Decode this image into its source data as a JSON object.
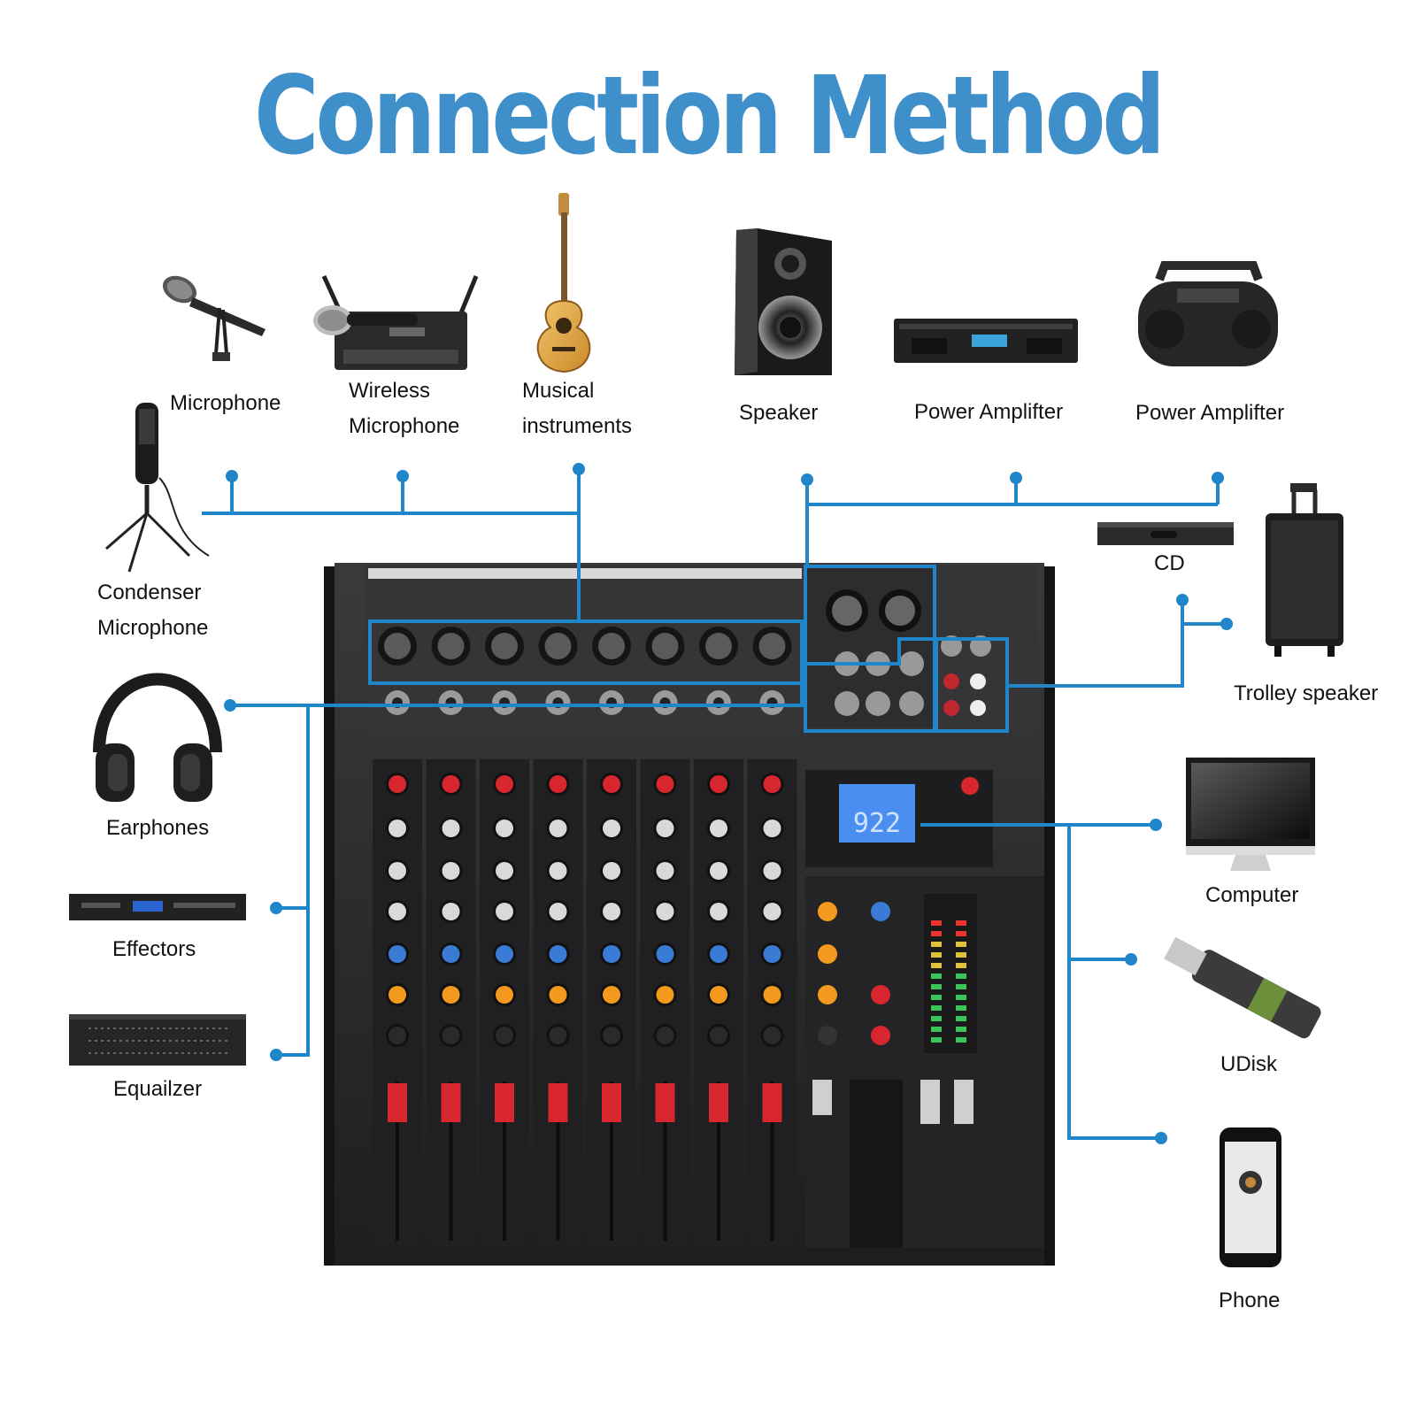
{
  "title": "Connection Method",
  "colors": {
    "title": "#3f8fca",
    "line": "#1f86c9",
    "mixer_body": "#2b2b2d",
    "knob_red": "#d8262f",
    "knob_blue": "#3a7bd5",
    "knob_orange": "#f39a1e",
    "fader_red": "#d8262f"
  },
  "devices": {
    "microphone": "Microphone",
    "wireless_line1": "Wireless",
    "wireless_line2": "Microphone",
    "instruments_line1": "Musical",
    "instruments_line2": "instruments",
    "speaker": "Speaker",
    "power_amp_1": "Power Amplifter",
    "power_amp_2": "Power Amplifter",
    "condenser_line1": "Condenser",
    "condenser_line2": "Microphone",
    "cd": "CD",
    "trolley": "Trolley speaker",
    "earphones": "Earphones",
    "effectors": "Effectors",
    "equalizer": "Equailzer",
    "computer": "Computer",
    "udisk": "UDisk",
    "phone": "Phone"
  },
  "icons": [
    "microphone-icon",
    "wireless-microphone-icon",
    "guitar-icon",
    "speaker-icon",
    "power-amplifier-icon",
    "boombox-icon",
    "condenser-microphone-icon",
    "cd-player-icon",
    "trolley-speaker-icon",
    "headphones-icon",
    "effector-icon",
    "equalizer-icon",
    "computer-icon",
    "usb-drive-icon",
    "phone-icon",
    "mixer-icon"
  ],
  "mixer": {
    "channels": 8,
    "display_text": "922"
  }
}
